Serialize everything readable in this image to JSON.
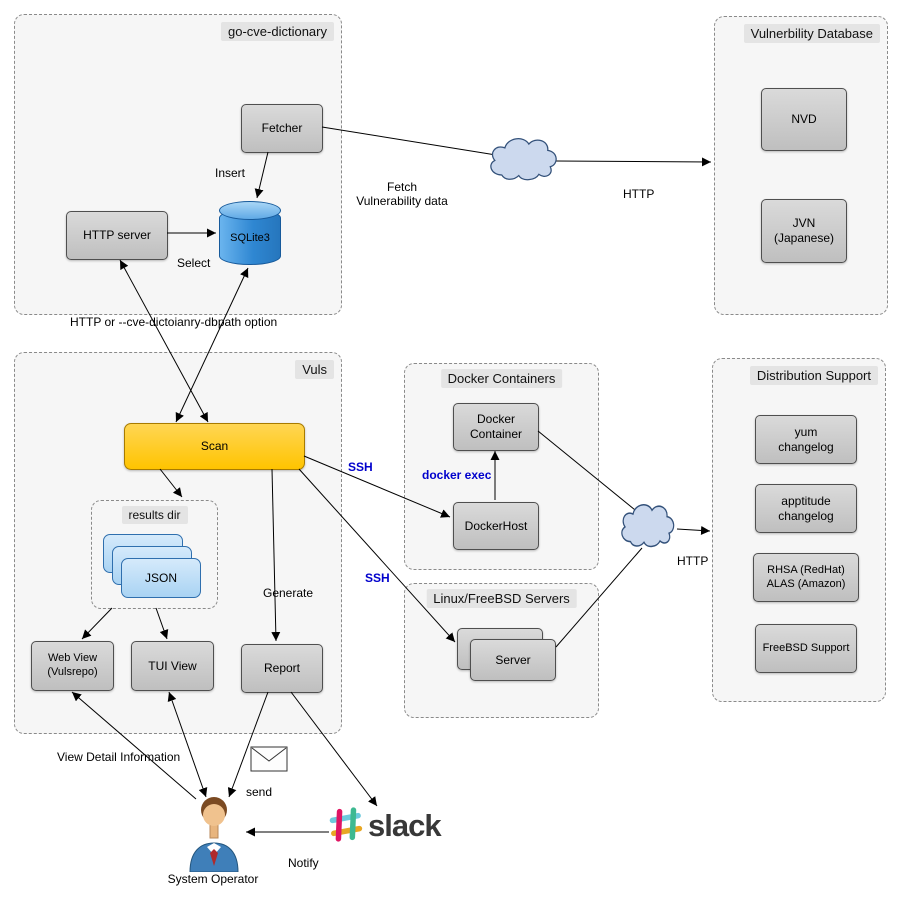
{
  "groups": {
    "go_cve_dictionary": "go-cve-dictionary",
    "vulnerability_database": "Vulnerbility Database",
    "vuls": "Vuls",
    "docker_containers": "Docker Containers",
    "linux_freebsd_servers": "Linux/FreeBSD Servers",
    "distribution_support": "Distribution Support",
    "results_dir": "results dir"
  },
  "nodes": {
    "fetcher": "Fetcher",
    "http_server": "HTTP server",
    "sqlite3": "SQLite3",
    "nvd": "NVD",
    "jvn": "JVN\n(Japanese)",
    "scan": "Scan",
    "json": "JSON",
    "web_view": "Web View\n(Vulsrepo)",
    "tui_view": "TUI View",
    "report": "Report",
    "docker_container": "Docker\nContainer",
    "docker_host": "DockerHost",
    "server": "Server",
    "yum_changelog": "yum\nchangelog",
    "apptitude_changelog": "apptitude\nchangelog",
    "rhsa_alas": "RHSA (RedHat)\nALAS (Amazon)",
    "freebsd_support": "FreeBSD Support"
  },
  "edge_labels": {
    "insert": "Insert",
    "select": "Select",
    "fetch_vulnerability_data": "Fetch\nVulnerability data",
    "http_to_vulndb": "HTTP",
    "http_or_dbpath": "HTTP or --cve-dictoianry-dbpath option",
    "ssh_to_docker": "SSH",
    "ssh_to_servers": "SSH",
    "docker_exec": "docker exec",
    "http_to_dist": "HTTP",
    "generate": "Generate",
    "view_detail": "View Detail Information",
    "send": "send",
    "notify": "Notify"
  },
  "misc": {
    "system_operator": "System Operator",
    "slack": "slack"
  },
  "colors": {
    "scan_fill": "#FFC400",
    "ssh_blue": "#0000CC",
    "cylinder_fill": "#2F87D2",
    "json_fill": "#A9D3F3",
    "cloud_fill": "#CCD9EE",
    "group_fill": "#F6F6F6",
    "node_fill": "#BFBFBF",
    "chip_fill": "#E4E4E4"
  }
}
